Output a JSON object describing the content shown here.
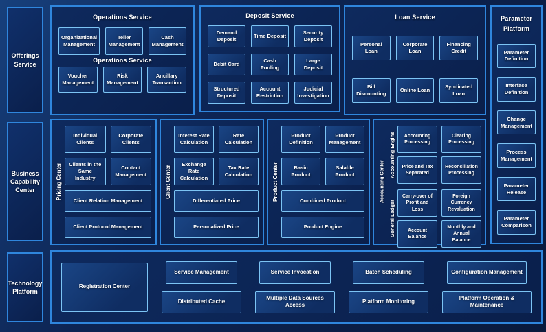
{
  "colors": {
    "background": "#0d2453",
    "panel_border": "#2f86dd",
    "box_border": "#7cc4f4",
    "box_fill": "#123a75",
    "text": "#ffffff"
  },
  "offerings": {
    "label": "Offerings Service"
  },
  "operations_service": {
    "title": "Operations Service",
    "subtitle": "Operations Service",
    "row1": [
      "Organizational Management",
      "Teller Management",
      "Cash Management"
    ],
    "row2": [
      "Voucher Management",
      "Risk Management",
      "Ancillary Transaction"
    ]
  },
  "deposit_service": {
    "title": "Deposit Service",
    "items": [
      "Demand Deposit",
      "Time Deposit",
      "Security Deposit",
      "Debit Card",
      "Cash Pooling",
      "Large Deposit",
      "Structured Deposit",
      "Account Restriction",
      "Judicial Investigation"
    ]
  },
  "loan_service": {
    "title": "Loan Service",
    "items": [
      "Personal Loan",
      "Corporate Loan",
      "Financing Credit",
      "Bill Discounting",
      "Online Loan",
      "Syndicated Loan"
    ]
  },
  "parameter_platform": {
    "title": "Parameter Platform",
    "items": [
      "Parameter Definition",
      "Interface Definition",
      "Change Management",
      "Process Management",
      "Parameter Release",
      "Parameter Comparison"
    ]
  },
  "business_capability": {
    "label": "Business Capability Center"
  },
  "pricing_center": {
    "label": "Pricing Center",
    "pairs": [
      [
        "Individual Clients",
        "Corporate Clients"
      ],
      [
        "Clients in the Same Industry",
        "Contact Management"
      ]
    ],
    "wide": [
      "Client Relation Management",
      "Client Protocol Management"
    ]
  },
  "client_center": {
    "label": "Client Center",
    "pairs": [
      [
        "Interest Rate Calculation",
        "Rate Calculation"
      ],
      [
        "Exchange Rate Calculation",
        "Tax Rate Calculation"
      ]
    ],
    "wide": [
      "Differentiated Price",
      "Personalized Price"
    ]
  },
  "product_center": {
    "label": "Product Center",
    "pairs": [
      [
        "Product Definition",
        "Product Management"
      ],
      [
        "Basic Product",
        "Salable Product"
      ]
    ],
    "wide": [
      "Combined Product",
      "Product Engine"
    ]
  },
  "accounting_center": {
    "label": "Accounting Center",
    "groups": [
      {
        "label": "Accounting Engine",
        "items": [
          "Accounting Processing",
          "Clearing Processing",
          "Price and Tax Separated",
          "Reconciliation Processing"
        ]
      },
      {
        "label": "General Ledger",
        "items": [
          "Carry-over of Profit and Loss",
          "Foreign Currency Revaluation",
          "Account Balance",
          "Monthly and Annual Balance"
        ]
      }
    ]
  },
  "technology_platform": {
    "label": "Technology Platform",
    "registration": "Registration Center",
    "row1": [
      "Service Management",
      "Service Invocation",
      "Batch Scheduling",
      "Configuration Management"
    ],
    "row2": [
      "Distributed Cache",
      "Multiple Data Sources Access",
      "Platform Monitoring",
      "Platform Operation & Maintenance"
    ]
  }
}
